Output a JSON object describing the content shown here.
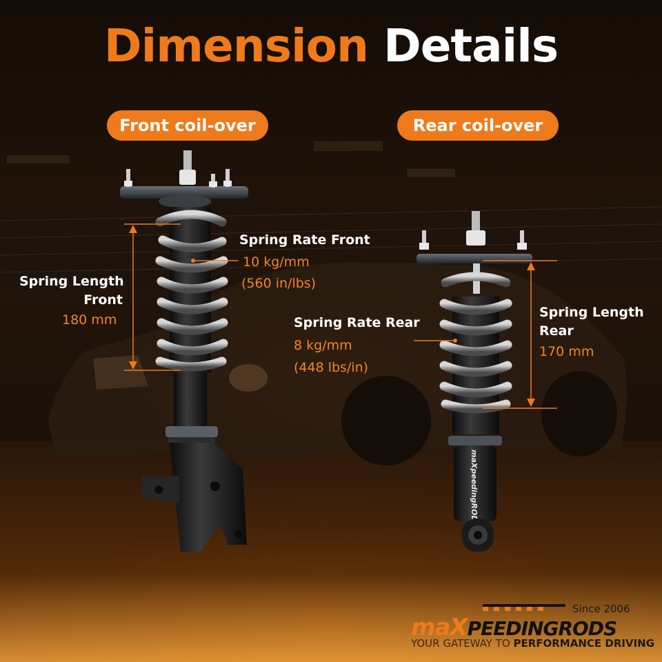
{
  "title": {
    "part1": "Dimension",
    "part2": "Details"
  },
  "front": {
    "pill": "Front coil-over",
    "spring_length": {
      "line1": "Spring Length",
      "line2": "Front",
      "value": "180 mm"
    },
    "spring_rate": {
      "label": "Spring Rate Front",
      "value1": "10 kg/mm",
      "value2": "(560 in/lbs)"
    }
  },
  "rear": {
    "pill": "Rear coil-over",
    "spring_length": {
      "line1": "Spring Length",
      "line2": "Rear",
      "value": "170 mm"
    },
    "spring_rate": {
      "label": "Spring Rate Rear",
      "value1": "8 kg/mm",
      "value2": "(448 lbs/in)"
    }
  },
  "product_label": "maXpeedingRODS",
  "brand": {
    "since": "Since 2006",
    "name_a": "maX",
    "name_b": "PEEDINGRODS",
    "tagline_a": "YOUR GATEWAY TO ",
    "tagline_b": "PERFORMANCE DRIVING"
  },
  "colors": {
    "accent": "#ef7a1c",
    "label": "#ffffff",
    "value": "#f0852a"
  }
}
